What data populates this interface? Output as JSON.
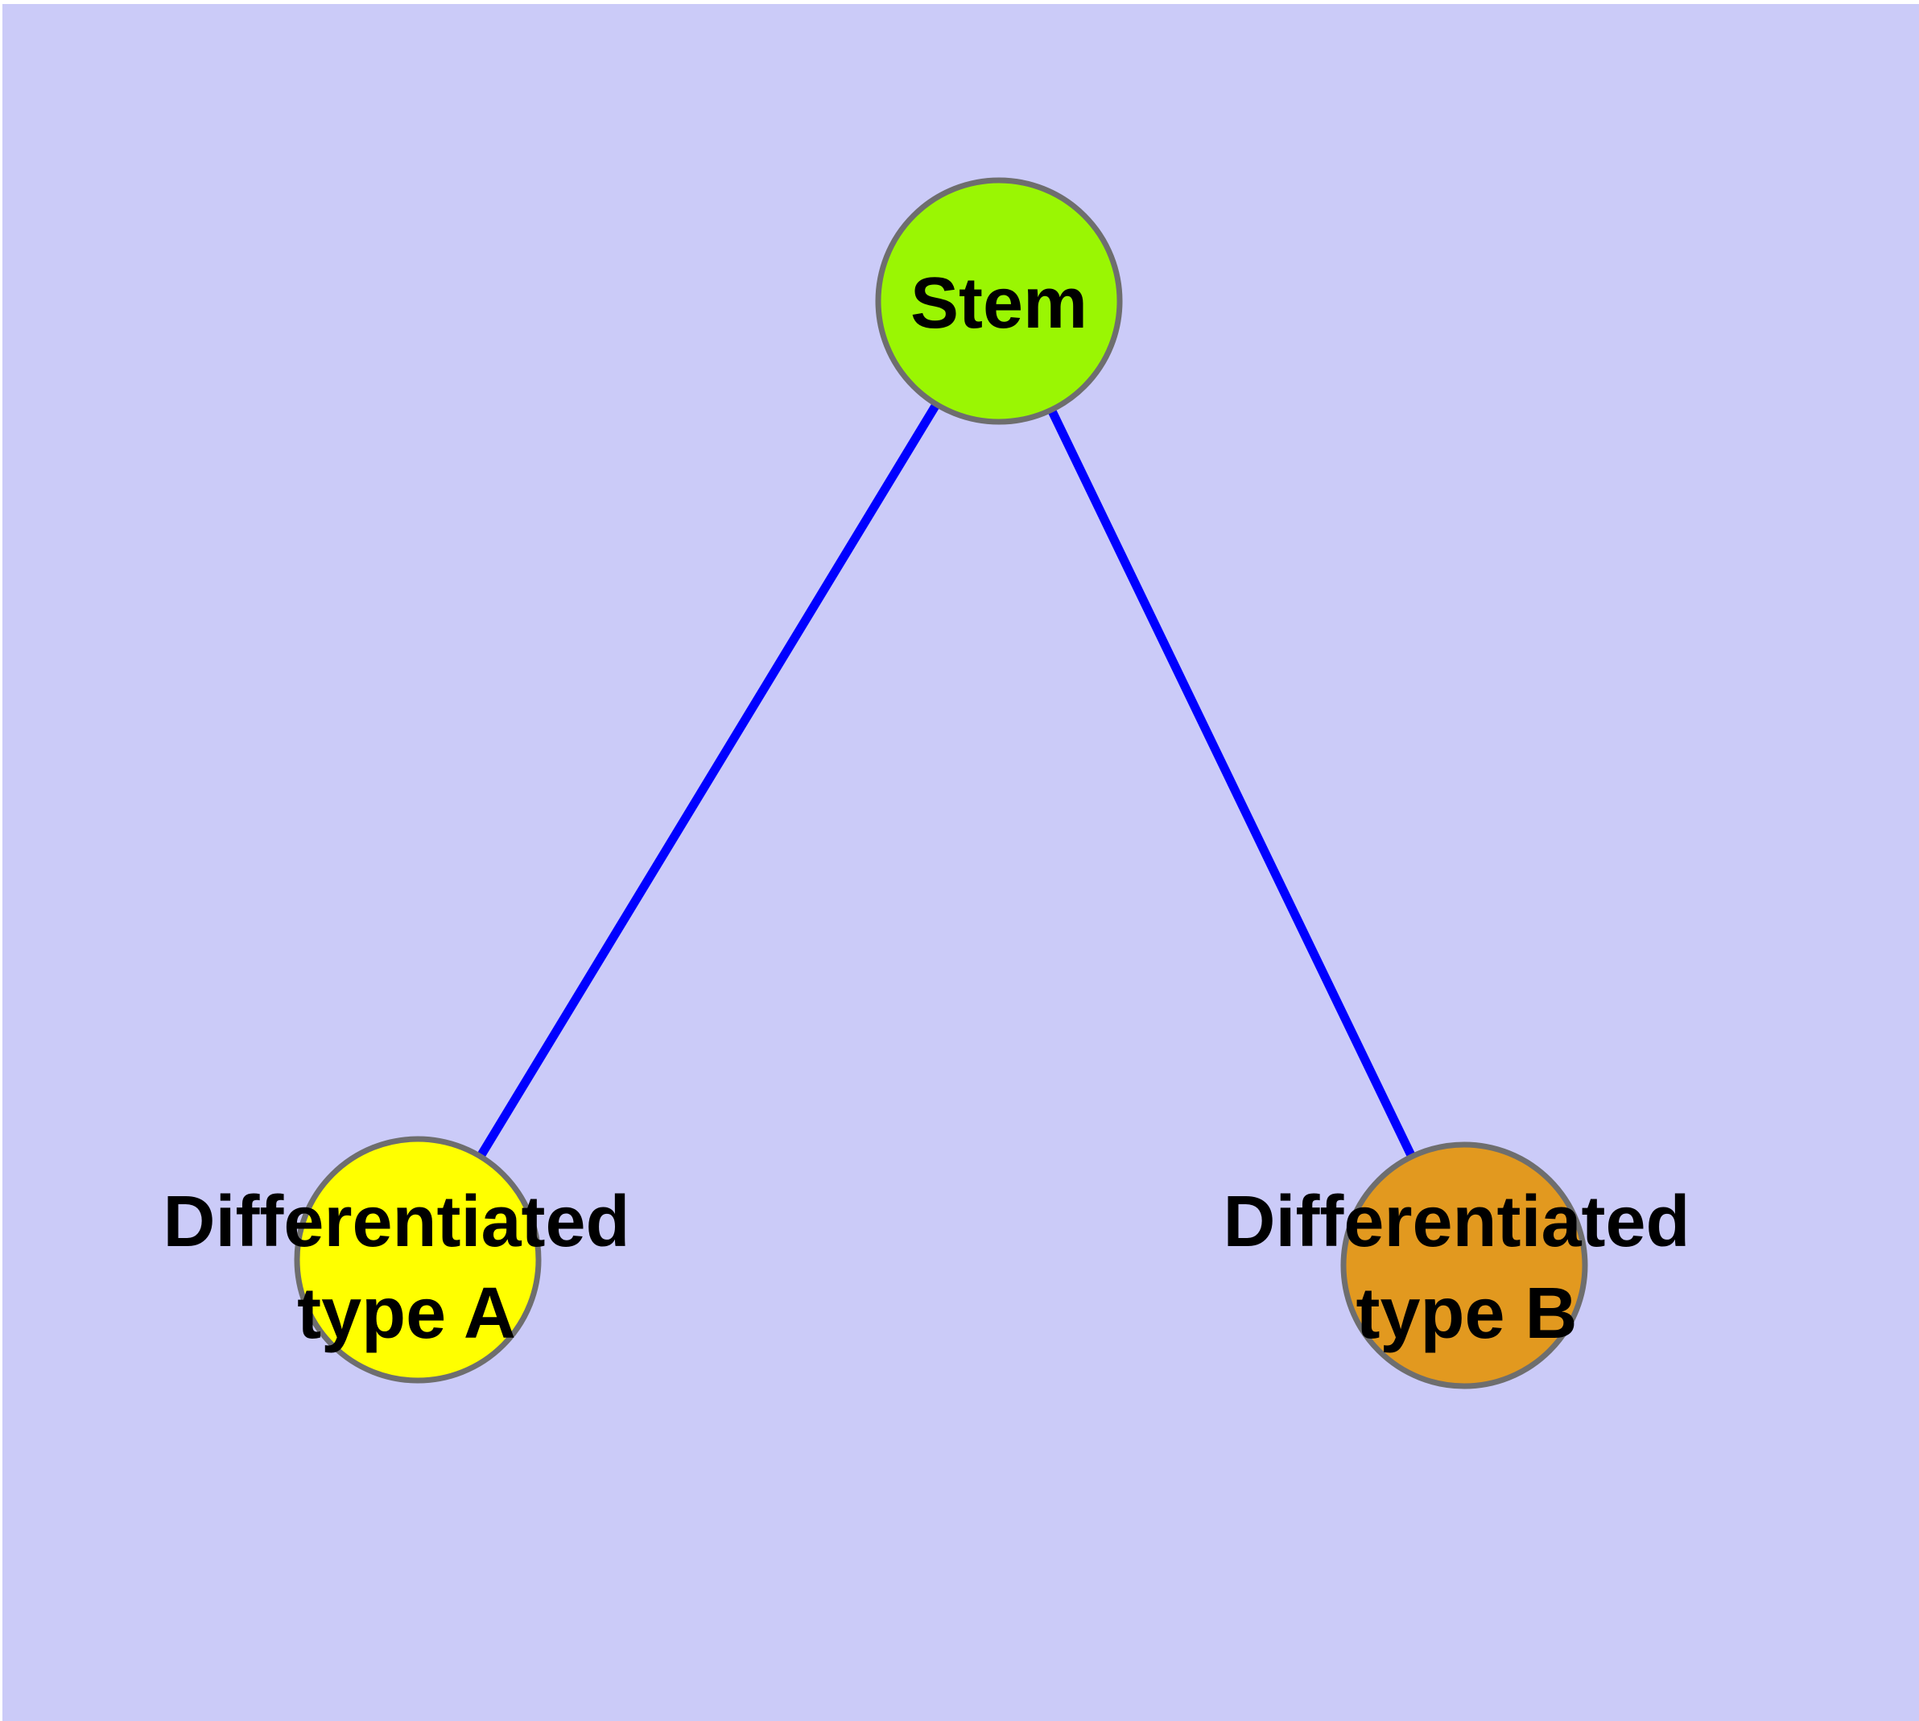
{
  "diagram": {
    "background_color": "#cbcbf8",
    "figure_margin_color": "#ffffff",
    "edge_color": "#0000ff",
    "node_border_color": "#6e6e6e",
    "label_color": "#000000",
    "nodes": [
      {
        "id": "stem",
        "label": "Stem",
        "fill": "#9af603"
      },
      {
        "id": "differentiated-type-a",
        "label": "Differentiated type A",
        "line1": "Differentiated",
        "line2": "type A",
        "fill": "#ffff00"
      },
      {
        "id": "differentiated-type-b",
        "label": "Differentiated type B",
        "line1": "Differentiated",
        "line2": "type B",
        "fill": "#e2991f"
      }
    ],
    "edges": [
      {
        "from": "Stem",
        "to": "Differentiated type A"
      },
      {
        "from": "Stem",
        "to": "Differentiated type B"
      }
    ]
  }
}
